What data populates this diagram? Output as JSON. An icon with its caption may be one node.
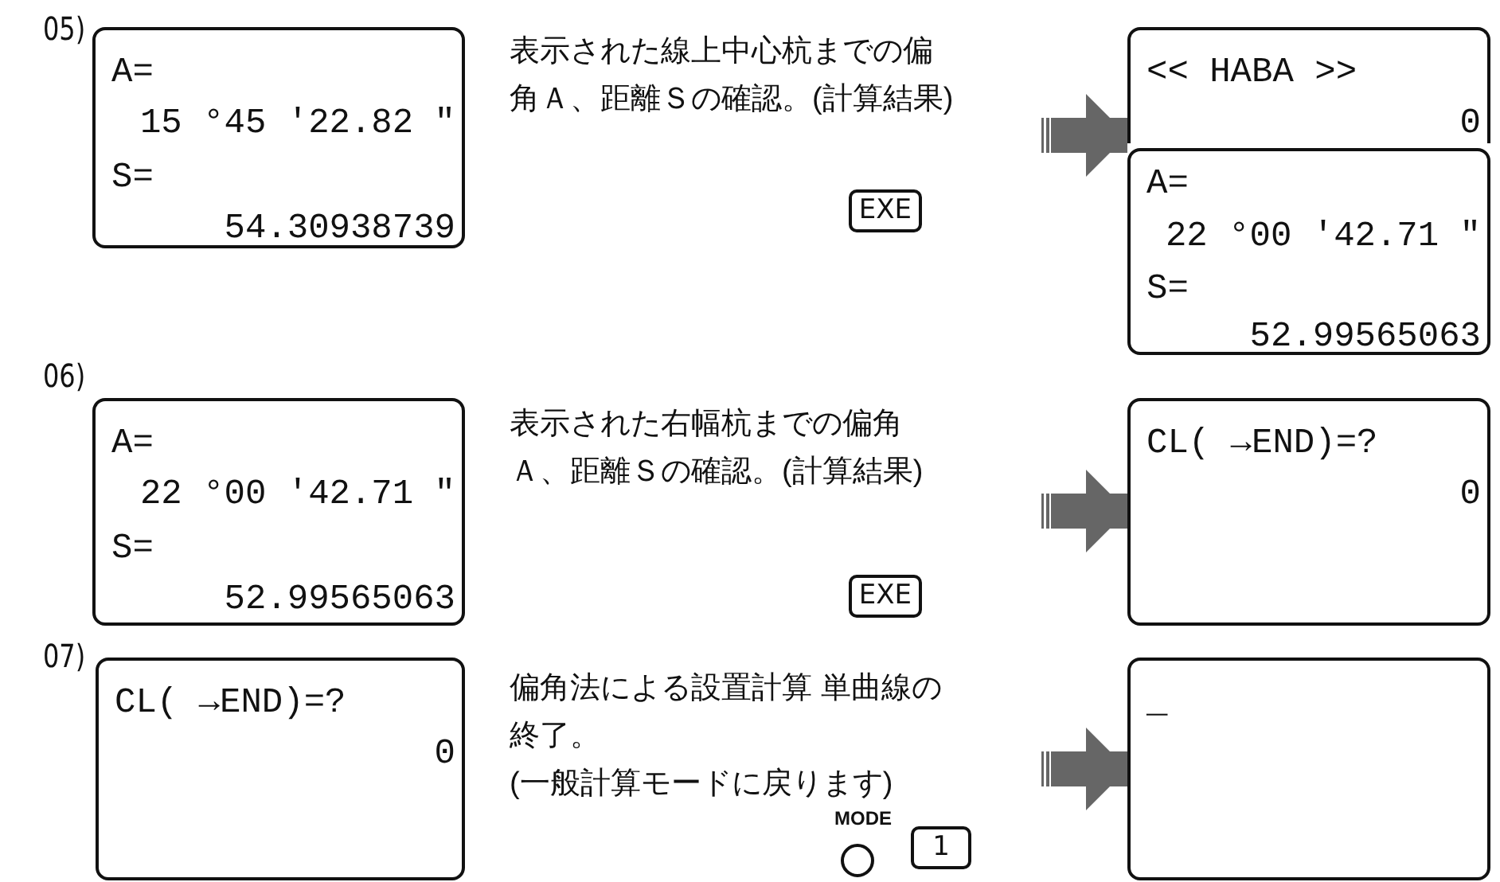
{
  "diagram": {
    "nodes": [
      {
        "text": [
          "A=",
          "15 °45 ′22.82 ″",
          "S=",
          "54.30938739"
        ]
      },
      {
        "text": [
          "表示された線上中心杭までの偏角Ａ、距離Ｓの確認。(計算結果)"
        ]
      },
      {
        "text": [
          "EXE"
        ]
      },
      {
        "text": [
          "<< HABA >>",
          "0"
        ]
      },
      {
        "text": [
          "A=",
          "22 °00 ′42.71 ″",
          "S=",
          "52.99565063"
        ]
      },
      {
        "text": [
          "A=",
          "22 °00 ′42.71 ″",
          "S=",
          "52.99565063"
        ]
      },
      {
        "text": [
          "表示された右幅杭までの偏角Ａ、距離Ｓの確認。(計算結果)"
        ]
      },
      {
        "text": [
          "EXE"
        ]
      },
      {
        "text": [
          "CL( →END)=?",
          "0"
        ]
      },
      {
        "text": [
          "CL( →END)=?",
          "0"
        ]
      },
      {
        "text": [
          "偏角法による設置計算 単曲線の終了。",
          "(一般計算モードに戻ります)"
        ]
      },
      {
        "text": [],
        "shape": "circle",
        "beside": [
          "MODE"
        ]
      },
      {
        "text": [
          "1"
        ]
      },
      {
        "text": [
          "_"
        ]
      }
    ],
    "edges": [
      {
        "from": null,
        "to": 3,
        "arrow": "to"
      },
      {
        "from": null,
        "to": 8,
        "arrow": "to"
      },
      {
        "from": null,
        "to": 13,
        "arrow": "to"
      }
    ],
    "labels": [
      "05)",
      "06)",
      "07)"
    ]
  }
}
